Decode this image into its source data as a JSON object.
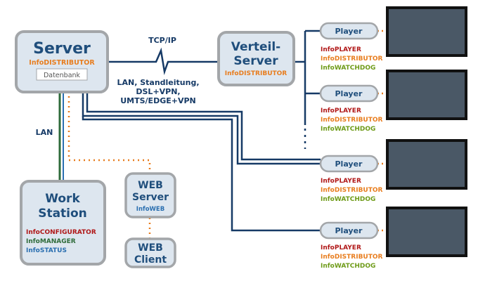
{
  "colors": {
    "node_fill": "#dde6ef",
    "node_stroke": "#a3a6a9",
    "title": "#1f4e7c",
    "net_line": "#163a66",
    "dark_green": "#2e6b3a",
    "orange": "#e87d1e",
    "red": "#b01717",
    "green": "#6e9b18",
    "blue_link": "#2a6fb0",
    "screen": "#4a5866"
  },
  "server": {
    "title": "Server",
    "subtitle": "InfoDISTRIBUTOR",
    "database": "Datenbank"
  },
  "distribution_server": {
    "line1": "Verteil-",
    "line2": "Server",
    "subtitle": "InfoDISTRIBUTOR"
  },
  "connection": {
    "protocol": "TCP/IP",
    "media_lines": [
      "LAN, Standleitung,",
      "DSL+VPN,",
      "UMTS/EDGE+VPN"
    ]
  },
  "lan_label": "LAN",
  "workstation": {
    "line1": "Work",
    "line2": "Station",
    "modules": [
      "InfoCONFIGURATOR",
      "InfoMANAGER",
      "InfoSTATUS"
    ]
  },
  "web_server": {
    "line1": "WEB",
    "line2": "Server",
    "subtitle": "InfoWEB"
  },
  "web_client": {
    "line1": "WEB",
    "line2": "Client"
  },
  "players": [
    {
      "label": "Player",
      "modules": [
        "InfoPLAYER",
        "InfoDISTRIBUTOR",
        "InfoWATCHDOG"
      ]
    },
    {
      "label": "Player",
      "modules": [
        "InfoPLAYER",
        "InfoDISTRIBUTOR",
        "InfoWATCHDOG"
      ]
    },
    {
      "label": "Player",
      "modules": [
        "InfoPLAYER",
        "InfoDISTRIBUTOR",
        "InfoWATCHDOG"
      ]
    },
    {
      "label": "Player",
      "modules": [
        "InfoPLAYER",
        "InfoDISTRIBUTOR",
        "InfoWATCHDOG"
      ]
    }
  ]
}
